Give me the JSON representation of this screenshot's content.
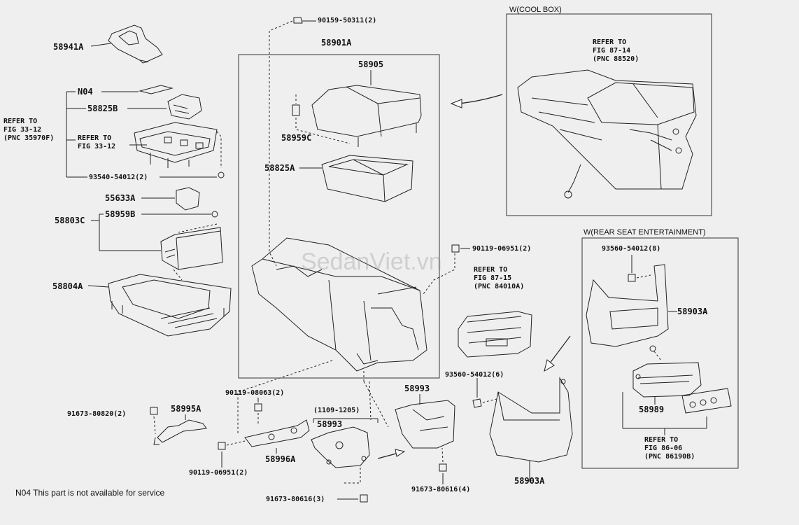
{
  "parts": {
    "p58941A": "58941A",
    "p90159": "90159-50311(2)",
    "p58901A": "58901A",
    "p58905": "58905",
    "pN04": "N04",
    "p58825B": "58825B",
    "refer33_left": [
      "REFER TO",
      "FIG 33-12",
      "(PNC 35970F)"
    ],
    "refer33_inner": [
      "REFER TO",
      "FIG 33-12"
    ],
    "p58959C": "58959C",
    "p58825A": "58825A",
    "p93540": "93540-54012(2)",
    "p55633A": "55633A",
    "p58803C": "58803C",
    "p58959B": "58959B",
    "p58804A": "58804A",
    "p90119_06951_top": "90119-06951(2)",
    "refer87_15": [
      "REFER TO",
      "FIG 87-15",
      "(PNC 84010A)"
    ],
    "p90119_08063": "90119-08063(2)",
    "p93560_6": "93560-54012(6)",
    "p58993_top": "58993",
    "range": "(1109-1205)",
    "p58993_mid": "58993",
    "p91673_80820": "91673-80820(2)",
    "p58995A": "58995A",
    "p58996A": "58996A",
    "p90119_06951_bot": "90119-06951(2)",
    "p91673_80616_4": "91673-80616(4)",
    "p91673_80616_3": "91673-80616(3)",
    "p58903A_bottom": "58903A"
  },
  "coolbox": {
    "title": "W(COOL BOX)",
    "refer": [
      "REFER TO",
      "FIG 87-14",
      "(PNC 88520)"
    ]
  },
  "rse": {
    "title": "W(REAR SEAT ENTERTAINMENT)",
    "p93560_8": "93560-54012(8)",
    "p58903A": "58903A",
    "p58989": "58989",
    "refer": [
      "REFER TO",
      "FIG 86-06",
      "(PNC 86190B)"
    ]
  },
  "footnote": "N04 This part is not available for service",
  "watermark": "SedanViet.vn"
}
